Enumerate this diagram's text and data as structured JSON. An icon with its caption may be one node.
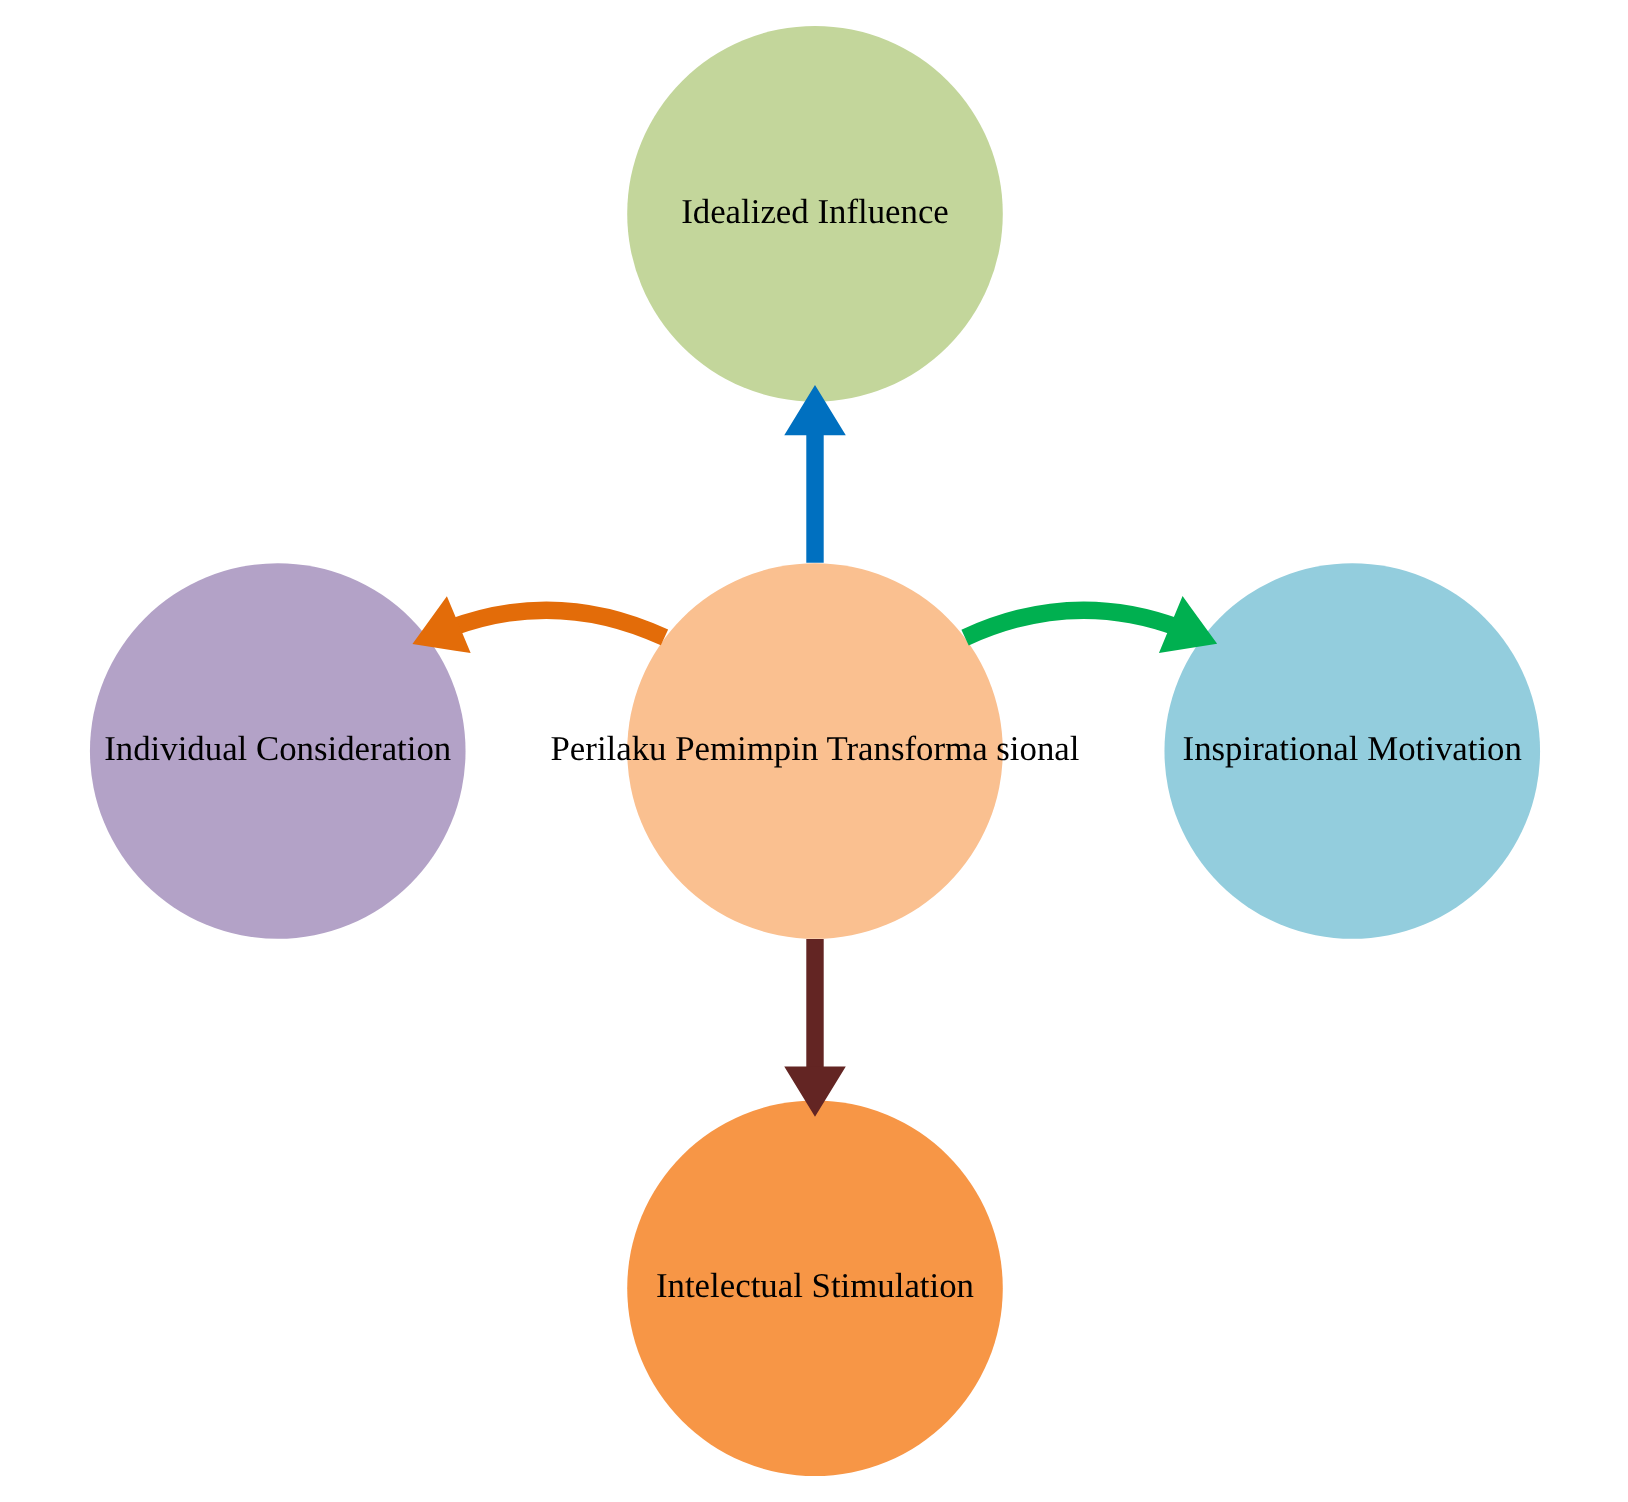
{
  "diagram": {
    "nodes": [
      {
        "text": [
          "Idealized Influence"
        ]
      },
      {
        "text": [
          "Individual Consideration"
        ]
      },
      {
        "text": [
          "Perilaku Pemimpin Transforma sional"
        ]
      },
      {
        "text": [
          "Inspirational Motivation"
        ]
      },
      {
        "text": [
          "Intelectual Stimulation"
        ]
      }
    ],
    "edges": [
      {
        "from": 2,
        "to": 0,
        "arrow": "to",
        "color": "#0070c0"
      },
      {
        "from": 2,
        "to": 3,
        "arrow": "to",
        "color": "#00b050"
      },
      {
        "from": 2,
        "to": 4,
        "arrow": "to",
        "color": "#632523"
      },
      {
        "from": 2,
        "to": 1,
        "arrow": "to",
        "color": "#e36c09"
      }
    ]
  }
}
